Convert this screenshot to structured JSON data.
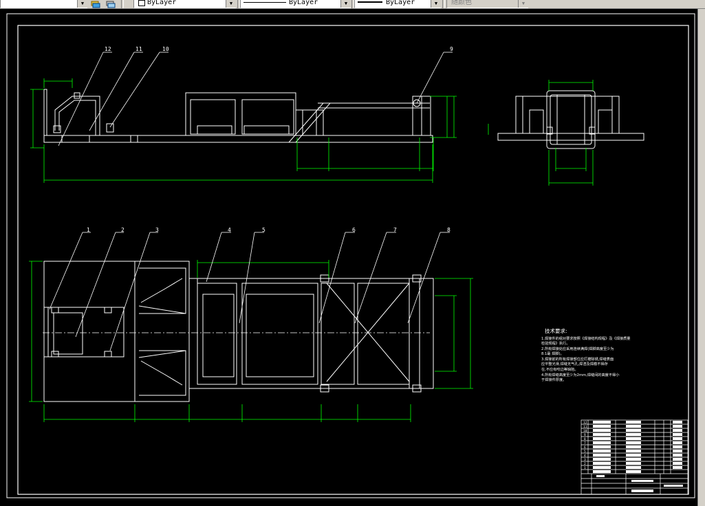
{
  "toolbar": {
    "layer_color": "ByLayer",
    "linetype": "ByLayer",
    "lineweight": "ByLayer",
    "plotstyle": "随颜色"
  },
  "drawing": {
    "balloons_top": [
      "12",
      "11",
      "10",
      "9"
    ],
    "balloons_bottom": [
      "1",
      "2",
      "3",
      "4",
      "5",
      "6",
      "7",
      "8"
    ],
    "technical_requirements_title": "技术要求:",
    "technical_requirements": [
      "1.焊接件的组对要求按照《焊接结构规程》及《焊接质量",
      "  检验规程》执行。",
      "2.所有焊接处应采用连续满焊(焊脚高度至少为",
      "  8.1毫 焊脚)。",
      "3.焊接前的所有焊接部位应打磨除锈,焊缝表面",
      "  应平整光滑,焊缝无气孔,焊渣及焊瘤不得存",
      "  在,不应有咬边等缺陷。",
      "4.所有焊缝高度至少为2mm,焊缝间的高度不得小",
      "  于焊接件厚度。"
    ],
    "bom_index": [
      "12",
      "11",
      "10",
      "9",
      "8",
      "7",
      "6",
      "5",
      "4",
      "3",
      "2",
      "1"
    ]
  },
  "colors": {
    "background": "#000000",
    "geometry": "#ffffff",
    "dimension": "#00ff00",
    "toolbar": "#d4d0c8"
  },
  "icons": [
    "layer-manager-icon",
    "layer-states-icon",
    "dropdown-arrow-icon",
    "vertical-scrollbar"
  ]
}
